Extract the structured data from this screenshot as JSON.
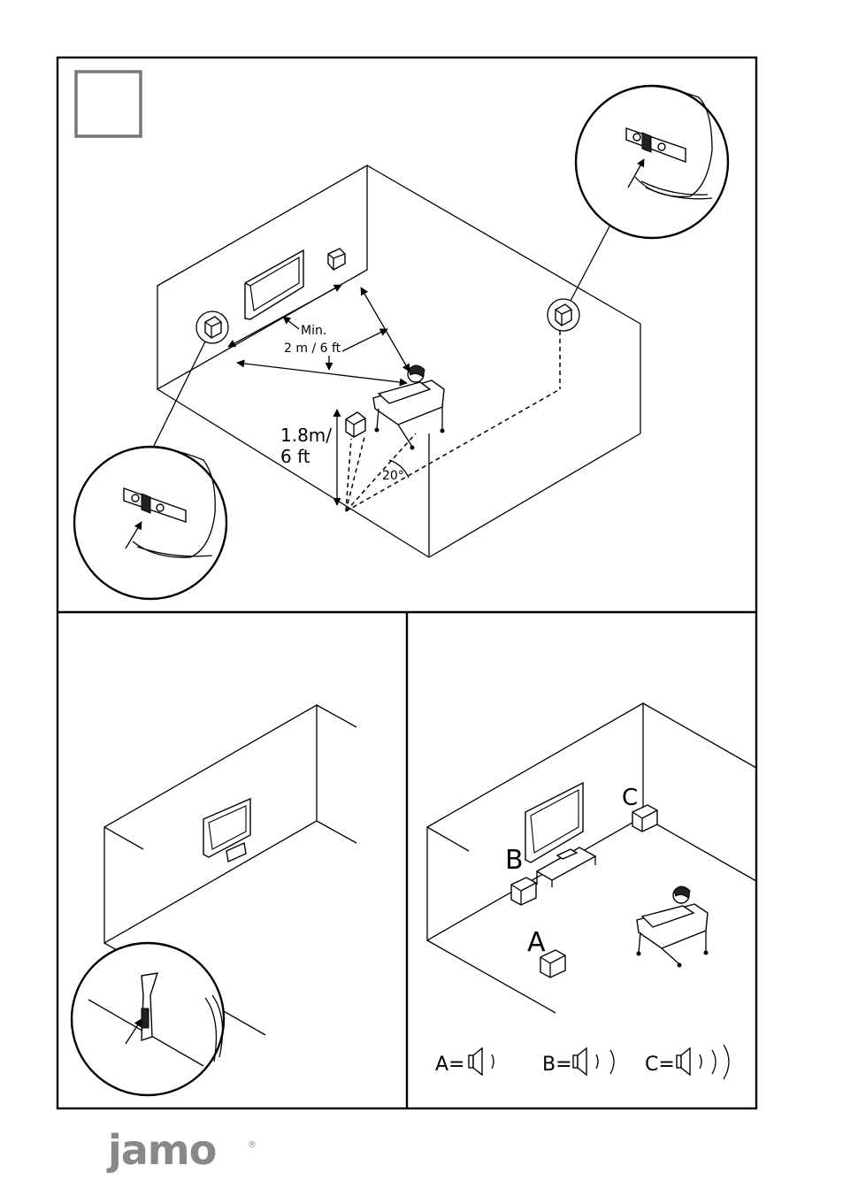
{
  "top_panel": {
    "distance_label_line1": "Min.",
    "distance_label_line2": "2 m / 6 ft",
    "height_label_line1": "1.8m/",
    "height_label_line2": "6 ft",
    "angle_label": "20°"
  },
  "bottom_right_panel": {
    "positions": [
      "A",
      "B",
      "C"
    ],
    "legend": [
      {
        "key": "A=",
        "waves": 1
      },
      {
        "key": "B=",
        "waves": 2
      },
      {
        "key": "C=",
        "waves": 3
      }
    ]
  },
  "brand": {
    "logo_text": "jamo",
    "registered_mark": "®"
  },
  "colors": {
    "line": "#000000",
    "frame_box": "#777777",
    "logo": "#888888"
  }
}
